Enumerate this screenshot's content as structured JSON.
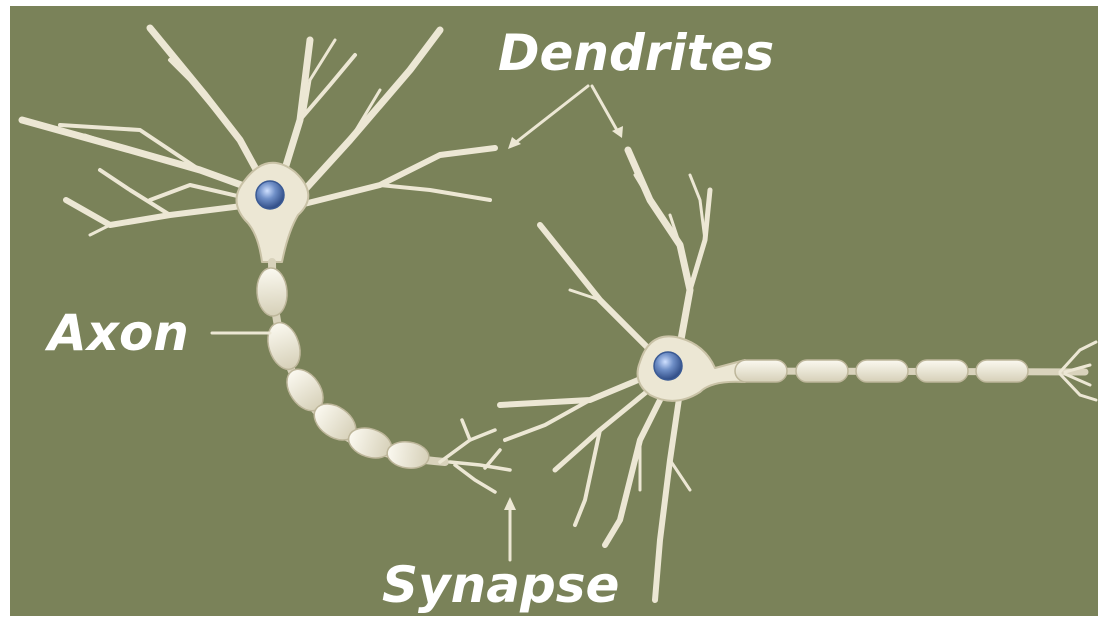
{
  "labels": {
    "dendrites": "Dendrites",
    "axon": "Axon",
    "synapse": "Synapse"
  },
  "colors": {
    "background": "#7a8259",
    "neuron_body": "#ece7d4",
    "neuron_shadow": "#c9c2a6",
    "nucleus": "#4f6fa8",
    "label": "#ffffff"
  },
  "icons": {
    "neuron_left": "neuron-cell-icon",
    "neuron_right": "neuron-cell-icon"
  }
}
